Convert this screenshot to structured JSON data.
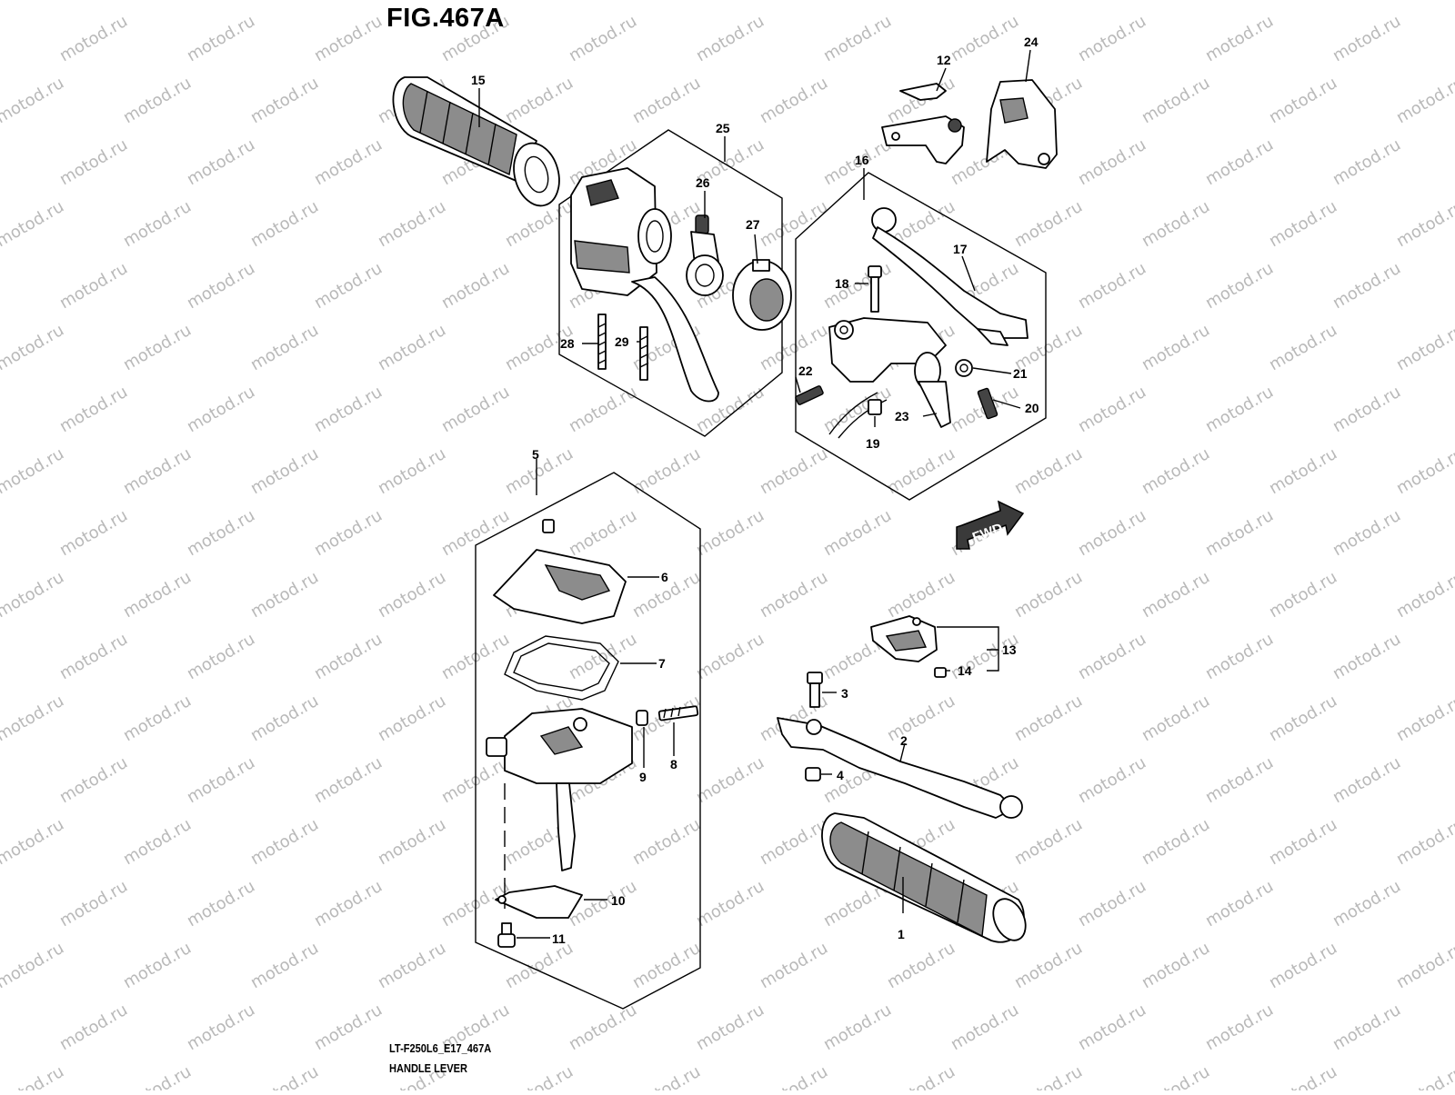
{
  "figure": {
    "title": "FIG.467A",
    "code": "LT-F250L6_E17_467A",
    "name": "HANDLE LEVER"
  },
  "watermark": "motod.ru",
  "direction_badge": "FWD",
  "callouts": {
    "c1": "1",
    "c2": "2",
    "c3": "3",
    "c4": "4",
    "c5": "5",
    "c6": "6",
    "c7": "7",
    "c8": "8",
    "c9": "9",
    "c10": "10",
    "c11": "11",
    "c12": "12",
    "c13": "13",
    "c14": "14",
    "c15": "15",
    "c16": "16",
    "c17": "17",
    "c18": "18",
    "c19": "19",
    "c20": "20",
    "c21": "21",
    "c22": "22",
    "c23": "23",
    "c24": "24",
    "c25": "25",
    "c26": "26",
    "c27": "27",
    "c28": "28",
    "c29": "29"
  }
}
